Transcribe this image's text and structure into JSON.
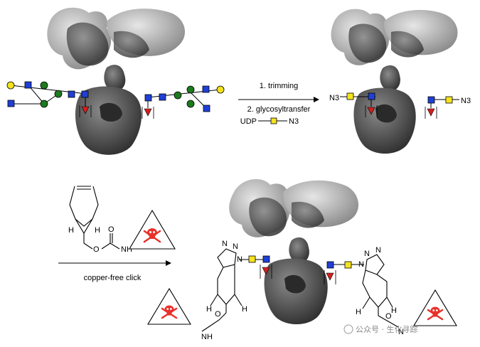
{
  "step1": {
    "line1": "1. trimming",
    "line2": "2. glycosyltransfer",
    "reagent_prefix": "UDP",
    "reagent_suffix": "N3"
  },
  "step2": {
    "label": "copper-free click"
  },
  "azide": {
    "left": "N3",
    "right": "N3"
  },
  "atoms": {
    "H": "H",
    "O": "O",
    "N": "N",
    "NH": "NH",
    "H_stereo": "H"
  },
  "toxin_icon": "skull-crossbones-icon",
  "watermark": {
    "text": "公众号 · 生化寻踪"
  },
  "colors": {
    "antibody_light": "#b9b9b9",
    "antibody_dark": "#4d4d4d",
    "glcnac_square": "#1f3fd6",
    "mannose_circle": "#1d7a1d",
    "galactose_circle": "#f2e21c",
    "fucose_triangle": "#d21f1f",
    "galnaz_square": "#f5e31f",
    "skull": "#e8312a"
  }
}
